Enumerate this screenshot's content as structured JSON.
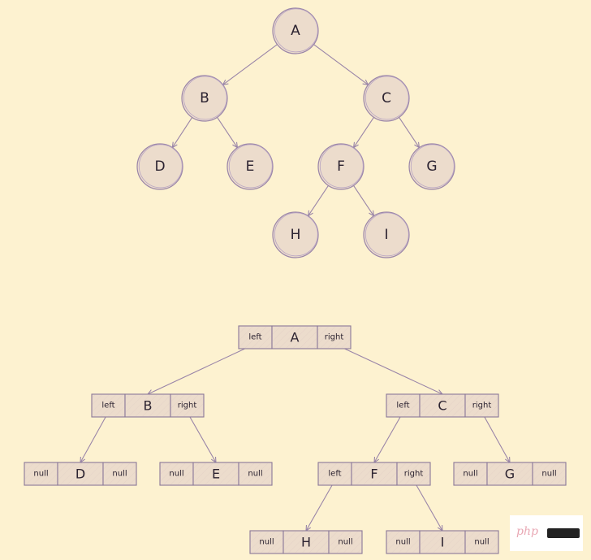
{
  "tree": {
    "nodes": [
      {
        "id": "A",
        "label": "A"
      },
      {
        "id": "B",
        "label": "B"
      },
      {
        "id": "C",
        "label": "C"
      },
      {
        "id": "D",
        "label": "D"
      },
      {
        "id": "E",
        "label": "E"
      },
      {
        "id": "F",
        "label": "F"
      },
      {
        "id": "G",
        "label": "G"
      },
      {
        "id": "H",
        "label": "H"
      },
      {
        "id": "I",
        "label": "I"
      }
    ],
    "edges": [
      [
        "A",
        "B"
      ],
      [
        "A",
        "C"
      ],
      [
        "B",
        "D"
      ],
      [
        "B",
        "E"
      ],
      [
        "C",
        "F"
      ],
      [
        "C",
        "G"
      ],
      [
        "F",
        "H"
      ],
      [
        "F",
        "I"
      ]
    ]
  },
  "linked": {
    "nodes": [
      {
        "id": "A",
        "left": "left",
        "value": "A",
        "right": "right"
      },
      {
        "id": "B",
        "left": "left",
        "value": "B",
        "right": "right"
      },
      {
        "id": "C",
        "left": "left",
        "value": "C",
        "right": "right"
      },
      {
        "id": "D",
        "left": "null",
        "value": "D",
        "right": "null"
      },
      {
        "id": "E",
        "left": "null",
        "value": "E",
        "right": "null"
      },
      {
        "id": "F",
        "left": "left",
        "value": "F",
        "right": "right"
      },
      {
        "id": "G",
        "left": "null",
        "value": "G",
        "right": "null"
      },
      {
        "id": "H",
        "left": "null",
        "value": "H",
        "right": "null"
      },
      {
        "id": "I",
        "left": "null",
        "value": "I",
        "right": "null"
      }
    ],
    "edges": [
      [
        "A",
        "left",
        "B"
      ],
      [
        "A",
        "right",
        "C"
      ],
      [
        "B",
        "left",
        "D"
      ],
      [
        "B",
        "right",
        "E"
      ],
      [
        "C",
        "left",
        "F"
      ],
      [
        "C",
        "right",
        "G"
      ],
      [
        "F",
        "left",
        "H"
      ],
      [
        "F",
        "right",
        "I"
      ]
    ]
  },
  "watermark": {
    "text": "php"
  },
  "colors": {
    "background": "#fdf2d0",
    "node_fill": "#ecdccc",
    "stroke": "#9a85a8"
  }
}
